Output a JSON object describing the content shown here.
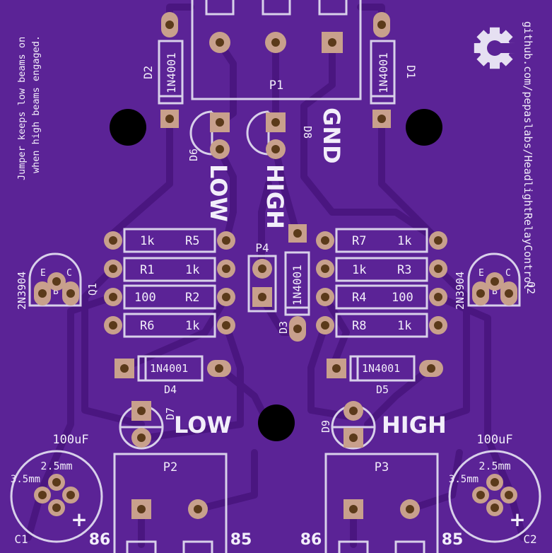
{
  "board": {
    "colors": {
      "substrate": "#5b2396",
      "trace": "#4a1680",
      "pad": "#c8a08c",
      "drill": "#5b3a1a",
      "silk": "#e6e0f2",
      "hole": "#000000"
    },
    "repo_url": "github.com/pepaslabs/HeadlightRelayControl",
    "jumper_note_1": "Jumper keeps low beams on",
    "jumper_note_2": "when high beams engaged.",
    "logo_icon": "open-hardware-gear-icon"
  },
  "connectors": {
    "p1": "P1",
    "p2": "P2",
    "p3": "P3",
    "p4": "P4",
    "pin_86_left": "86",
    "pin_85_left": "85",
    "pin_86_right": "86",
    "pin_85_right": "85"
  },
  "diodes": {
    "d1": "D1",
    "d2": "D2",
    "d3": "D3",
    "d4": "D4",
    "d5": "D5",
    "part": "1N4001"
  },
  "leds": {
    "d6": "D6",
    "d7": "D7",
    "d8": "D8",
    "d9": "D9"
  },
  "labels": {
    "gnd": "GND",
    "low_top": "LOW",
    "high_top": "HIGH",
    "low_bottom": "LOW",
    "high_bottom": "HIGH"
  },
  "resistors": {
    "r1": {
      "ref": "R1",
      "value": "1k"
    },
    "r2": {
      "ref": "R2",
      "value": "100"
    },
    "r3": {
      "ref": "R3",
      "value": "1k"
    },
    "r4": {
      "ref": "R4",
      "value": "100"
    },
    "r5": {
      "ref": "R5",
      "value": "1k"
    },
    "r6": {
      "ref": "R6",
      "value": "1k"
    },
    "r7": {
      "ref": "R7",
      "value": "1k"
    },
    "r8": {
      "ref": "R8",
      "value": "1k"
    }
  },
  "transistors": {
    "q1": "Q1",
    "q2": "Q2",
    "part": "2N3904",
    "pin_e": "E",
    "pin_b": "B",
    "pin_c": "C"
  },
  "capacitors": {
    "c1": "C1",
    "c2": "C2",
    "value": "100uF",
    "pitch_a": "2.5mm",
    "pitch_b": "3.5mm",
    "plus": "+"
  }
}
